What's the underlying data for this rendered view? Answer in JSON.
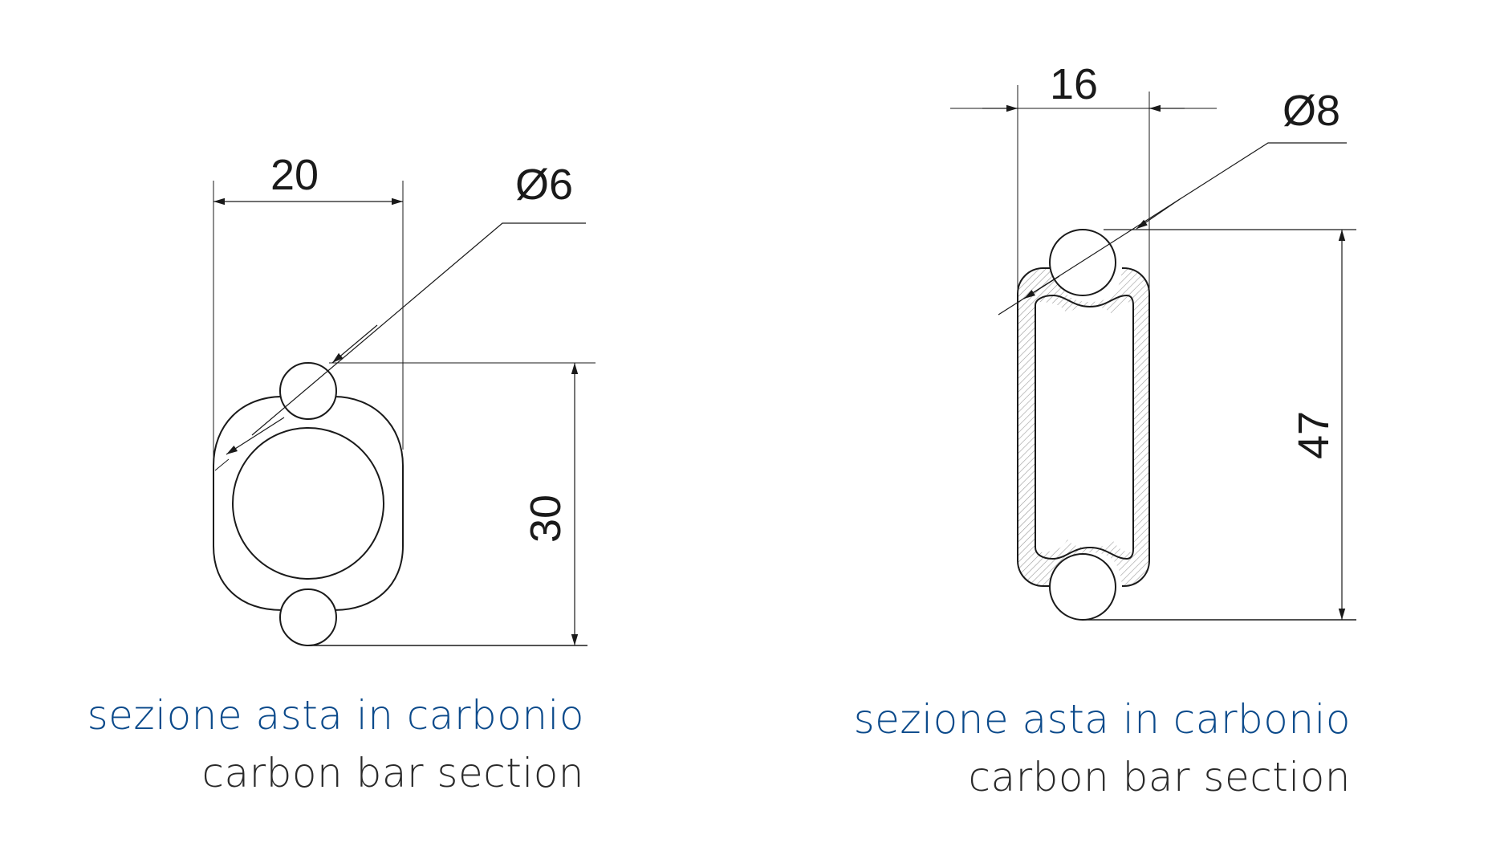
{
  "sections": [
    {
      "width_dimension": "20",
      "hole_diameter": "Ø6",
      "height_dimension": "30",
      "caption_it": "sezione asta in carbonio",
      "caption_en": "carbon bar section"
    },
    {
      "width_dimension": "16",
      "hole_diameter": "Ø8",
      "height_dimension": "47",
      "caption_it": "sezione asta in carbonio",
      "caption_en": "carbon bar section"
    }
  ],
  "colors": {
    "line": "#1a1a1a",
    "caption_italian": "#0b4a8b",
    "caption_english": "#2a2a2a",
    "hatch": "#9a9a9a"
  }
}
